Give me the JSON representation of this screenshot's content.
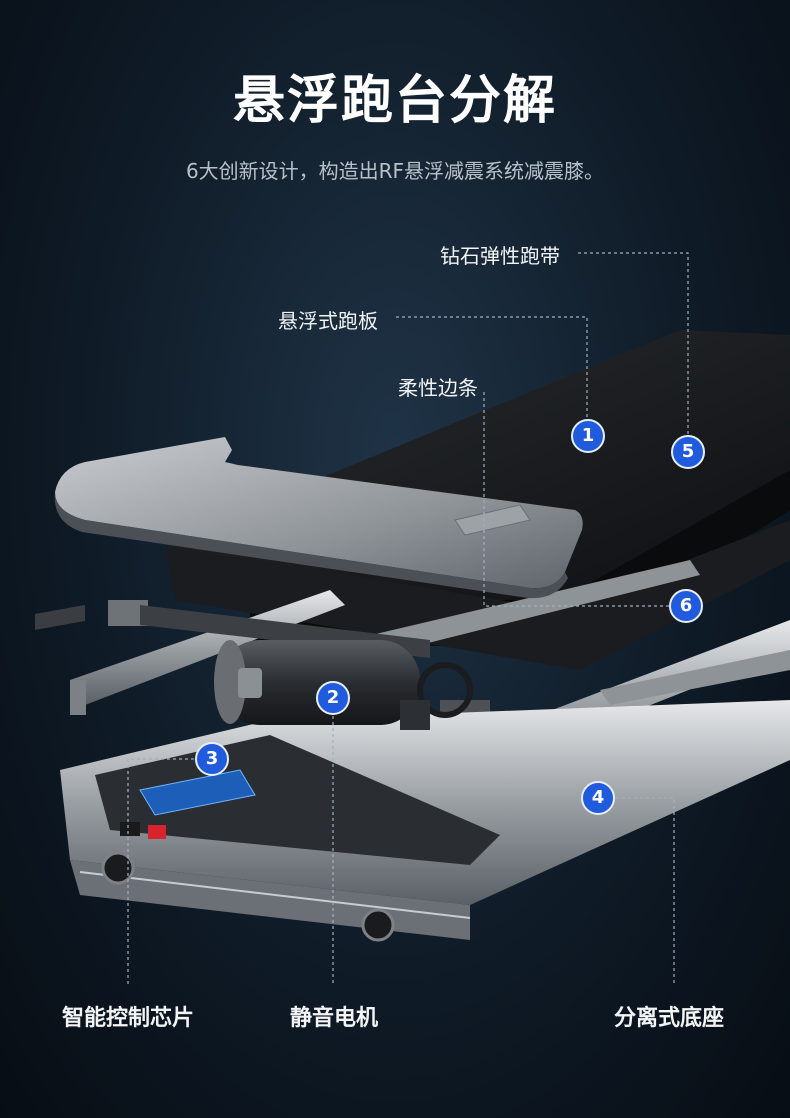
{
  "title": "悬浮跑台分解",
  "subtitle": "6大创新设计，构造出RF悬浮减震系统减震膝。",
  "callouts": {
    "belt": "钻石弹性跑带",
    "deck": "悬浮式跑板",
    "edge": "柔性边条",
    "chip": "智能控制芯片",
    "motor": "静音电机",
    "base": "分离式底座"
  },
  "badges": [
    "1",
    "2",
    "3",
    "4",
    "5",
    "6"
  ],
  "colors": {
    "badge_fill": "#1f5bdc",
    "leader_line": "#9fb0c2",
    "background": "#0f1b27"
  }
}
